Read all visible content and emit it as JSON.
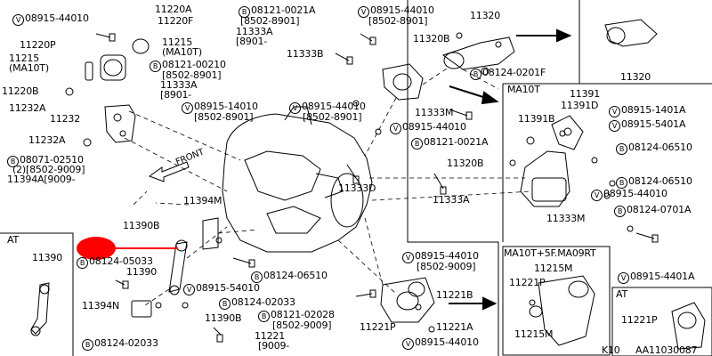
{
  "labels": {
    "l1": "V 08915-44010",
    "l2": "11220A",
    "l3": "11220F",
    "l4": "11220P",
    "l5": "11215",
    "l5b": "(MA10T)",
    "l6": "11215",
    "l6b": "(MA10T)",
    "l7": "11220B",
    "l8": "11232A",
    "l9": "11232",
    "l10": "11232A",
    "l11": "B 08071-02510",
    "l11b": "(2)[8502-9009]",
    "l11c": "11394A[9009-",
    "l12": "B 08121-0021A",
    "l12b": "[8502-8901]",
    "l13": "11333A",
    "l13b": "[8901-",
    "l14": "B 08121-00210",
    "l14b": "[8502-8901]",
    "l15": "11333A",
    "l15b": "[8901-",
    "l16": "V 08915-14010",
    "l16b": "[8502-8901]",
    "l17": "V 08915-44010",
    "l17b": "[8502-8901]",
    "l18": "V 08915-44010",
    "l18b": "[8502-8901]",
    "l19": "11320",
    "l20": "11320B",
    "l21": "11333B",
    "l22": "B 08124-0201F",
    "l23": "11333M",
    "l24": "V 08915-44010",
    "l25": "B 08121-0021A",
    "l26": "11320",
    "l27": "MA10T",
    "l28": "11391",
    "l29": "11391D",
    "l30": "11391B",
    "l31": "V 08915-1401A",
    "l32": "V 08915-5401A",
    "l33": "B 08124-06510",
    "l34": "11320B",
    "l35": "B 08124-06510",
    "l36": "11333A",
    "l37": "V 08915-44010",
    "l38": "11333M",
    "l39": "B 08124-0701A",
    "l40": "11333D",
    "l41": "11394M",
    "l42": "11390B",
    "l43": "FRONT",
    "l44": "AT",
    "l45": "11390",
    "l46": "B 08124-05033",
    "l47": "11390",
    "l48": "11394N",
    "l49": "B 08124-02033",
    "l50": "B 08124-06510",
    "l51": "V 08915-54010",
    "l52": "B 08124-02033",
    "l53": "11390B",
    "l54": "B 08121-02028",
    "l54b": "[8502-9009]",
    "l55": "11221",
    "l55b": "[9009-",
    "l56": "V 08915-44010",
    "l56b": "[8502-9009]",
    "l57": "11221B",
    "l58": "11221P",
    "l59": "11221A",
    "l60": "V 08915-44010",
    "l61": "MA10T+5F.MA09RT",
    "l62": "11215M",
    "l63": "11221P",
    "l64": "11215M",
    "l65": "V 08915-4401A",
    "l66": "AT",
    "l67": "11221P",
    "l68": "K10",
    "l69": "AA11030087"
  },
  "colors": {
    "ink": "#000000",
    "highlight": "#ff0000",
    "paper": "#ffffff"
  }
}
